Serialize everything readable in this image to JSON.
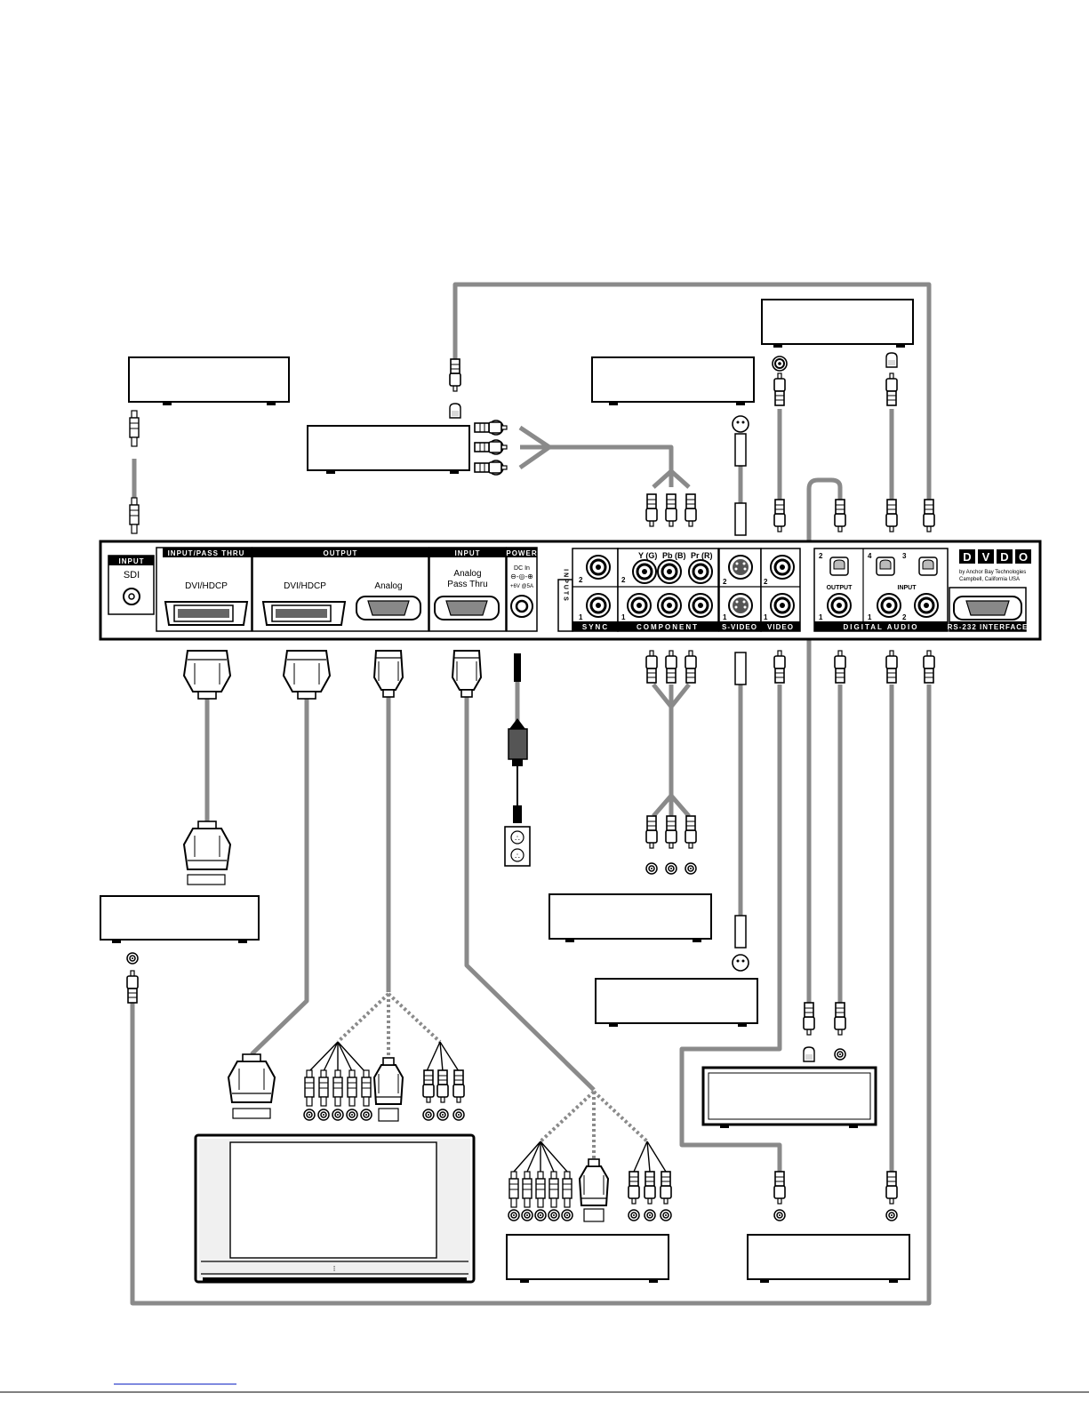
{
  "panel": {
    "input_sdi_header": "INPUT",
    "sdi_label": "SDI",
    "input_pass_thru_header": "INPUT/PASS THRU",
    "dvi_hdcp_in_label": "DVI/HDCP",
    "output_header": "OUTPUT",
    "dvi_hdcp_out_label": "DVI/HDCP",
    "analog_out_label": "Analog",
    "input_analog_header": "INPUT",
    "analog_pass_thru_line1": "Analog",
    "analog_pass_thru_line2": "Pass Thru",
    "power_header": "POWER",
    "dc_in_label": "DC In",
    "dc_spec_label": "+6V @5A",
    "inputs_vertical": "INPUTS",
    "sync_label": "SYNC",
    "component_label": "COMPONENT",
    "y_label": "Y (G)",
    "pb_label": "Pb (B)",
    "pr_label": "Pr (R)",
    "svideo_label": "S-VIDEO",
    "video_label": "VIDEO",
    "digital_audio_label": "DIGITAL AUDIO",
    "da_output_label": "OUTPUT",
    "da_input_label": "INPUT",
    "rs232_label": "RS-232 INTERFACE",
    "brand_letters": [
      "D",
      "V",
      "D",
      "O"
    ],
    "brand_line1": "by Anchor Bay Technologies",
    "brand_line2": "Campbell, California USA",
    "num_1": "1",
    "num_2": "2",
    "num_3": "3",
    "num_4": "4"
  },
  "colors": {
    "cable": "#8a8a8a",
    "ink": "#000000",
    "paper": "#ffffff"
  }
}
